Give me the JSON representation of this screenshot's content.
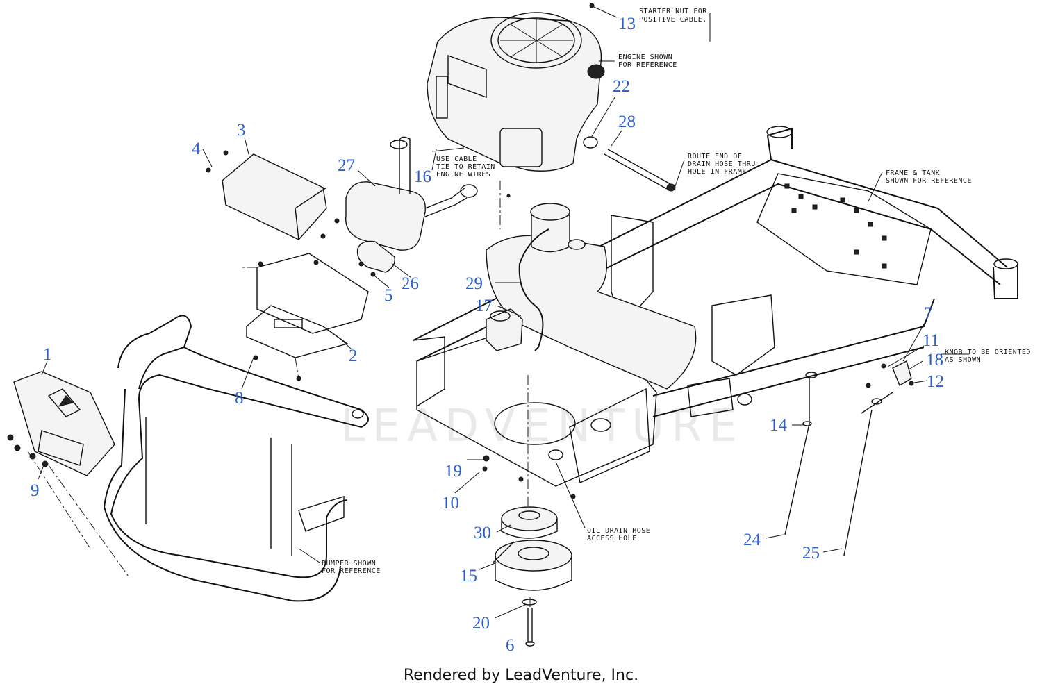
{
  "callouts": {
    "c1": "1",
    "c2": "2",
    "c3": "3",
    "c4": "4",
    "c5": "5",
    "c6": "6",
    "c7": "7",
    "c8": "8",
    "c9": "9",
    "c10": "10",
    "c11": "11",
    "c12": "12",
    "c13": "13",
    "c14": "14",
    "c15": "15",
    "c16": "16",
    "c17": "17",
    "c18": "18",
    "c19": "19",
    "c20": "20",
    "c22": "22",
    "c24": "24",
    "c25": "25",
    "c26": "26",
    "c27": "27",
    "c28": "28",
    "c29": "29",
    "c30": "30"
  },
  "notes": {
    "starter_nut": [
      "STARTER NUT FOR",
      "POSITIVE CABLE."
    ],
    "engine_ref": [
      "ENGINE SHOWN",
      "FOR REFERENCE"
    ],
    "cable_tie": [
      "USE CABLE",
      "TIE TO RETAIN",
      "ENGINE WIRES"
    ],
    "drain_hose": [
      "ROUTE END OF",
      "DRAIN HOSE THRU",
      "HOLE IN FRAME"
    ],
    "frame_tank": [
      "FRAME & TANK",
      "SHOWN FOR REFERENCE"
    ],
    "knob": [
      "KNOB TO BE ORIENTED",
      "AS SHOWN"
    ],
    "oil_drain": [
      "OIL DRAIN HOSE",
      "ACCESS HOLE"
    ],
    "bumper": [
      "BUMPER SHOWN",
      "FOR REFERENCE"
    ]
  },
  "watermark": "LEADVENTURE",
  "footer": "Rendered by LeadVenture, Inc."
}
